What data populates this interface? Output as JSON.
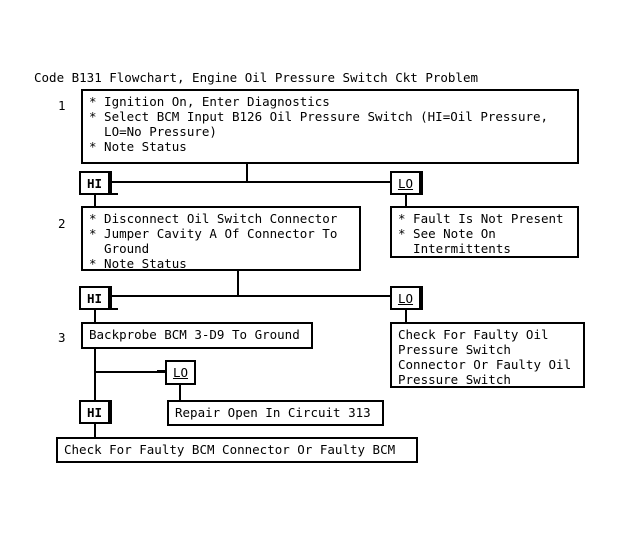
{
  "document": {
    "title": "Code B131 Flowchart, Engine Oil Pressure Switch Ckt Problem"
  },
  "labels": {
    "hi": "HI",
    "lo": "LO",
    "step1_num": "1",
    "step2_num": "2",
    "step3_num": "3"
  },
  "nodes": {
    "step1": {
      "number": "1",
      "text": "* Ignition On, Enter Diagnostics\n* Select BCM Input B126 Oil Pressure Switch (HI=Oil Pressure,\n  LO=No Pressure)\n* Note Status"
    },
    "step1_hi_tag": "HI",
    "step1_lo_tag": "LO",
    "step2": {
      "number": "2",
      "text": "* Disconnect Oil Switch Connector\n* Jumper Cavity A Of Connector To\n  Ground\n* Note Status"
    },
    "fault_not_present": {
      "text": "* Fault Is Not Present\n* See Note On\n  Intermittents"
    },
    "step2_hi_tag": "HI",
    "step2_lo_tag": "LO",
    "step3": {
      "number": "3",
      "text": "Backprobe BCM 3-D9 To Ground"
    },
    "faulty_oil_switch": {
      "text": "Check For Faulty Oil\nPressure Switch\nConnector Or Faulty Oil\nPressure Switch"
    },
    "step3_lo_tag": "LO",
    "step3_hi_tag": "HI",
    "repair_open": {
      "text": "Repair Open In Circuit 313"
    },
    "check_bcm": {
      "text": "Check For Faulty BCM Connector Or Faulty BCM"
    }
  },
  "colors": {
    "ink": "#000000",
    "paper": "#ffffff"
  }
}
